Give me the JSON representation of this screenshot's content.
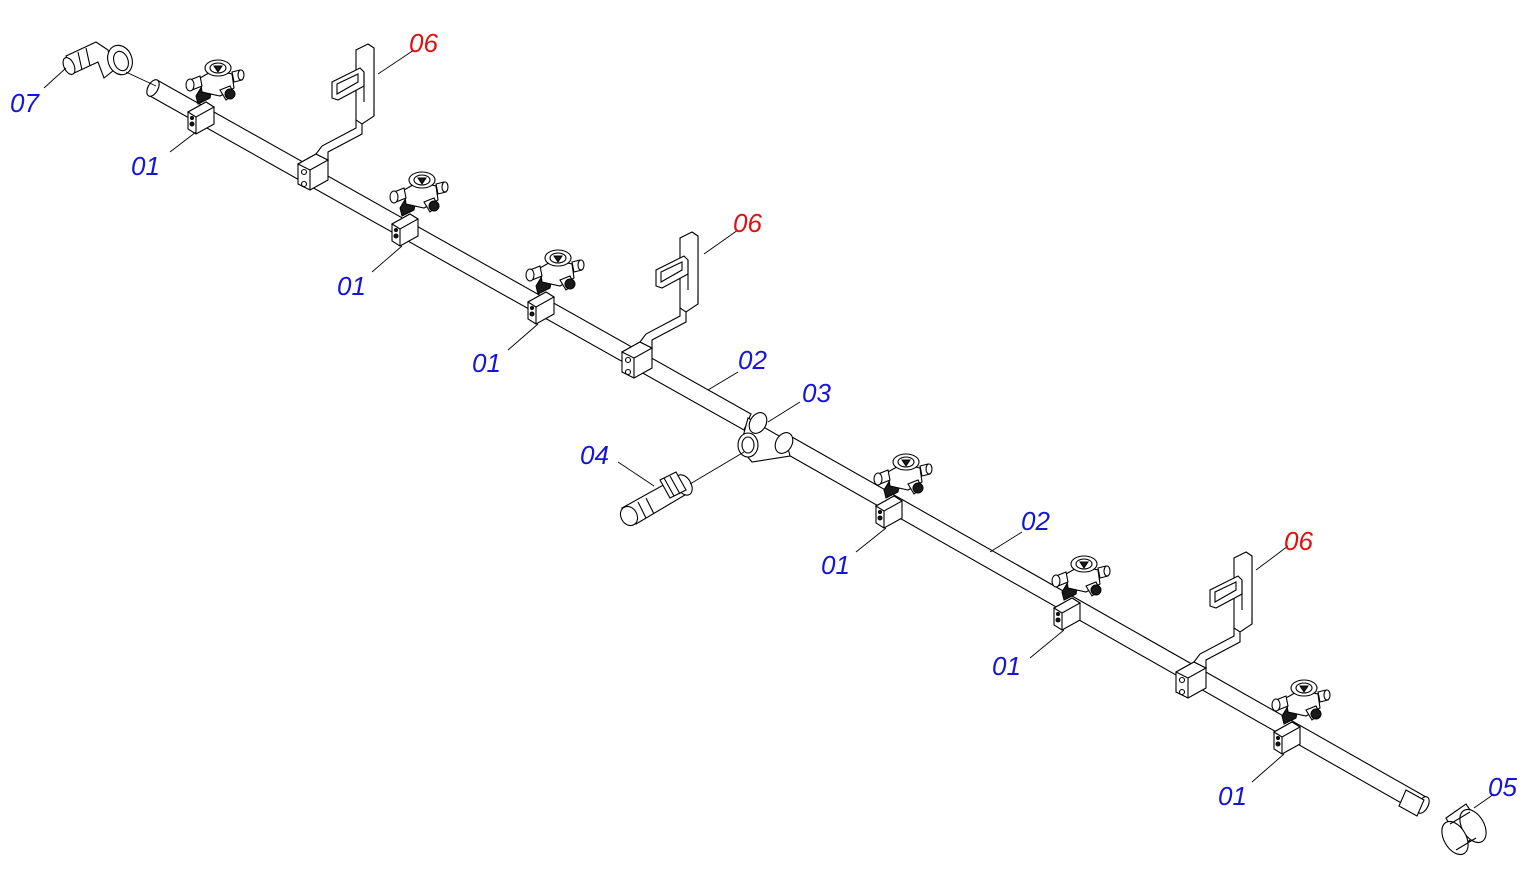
{
  "callouts": {
    "nozzle_1": "01",
    "nozzle_2": "01",
    "nozzle_3": "01",
    "nozzle_4": "01",
    "nozzle_5": "01",
    "nozzle_6": "01",
    "pipe_left": "02",
    "pipe_right": "02",
    "tee": "03",
    "hose_barb": "04",
    "end_cap": "05",
    "bracket_1": "06",
    "bracket_2": "06",
    "bracket_3": "06",
    "elbow": "07"
  },
  "colors": {
    "standard_callout": "#1515d6",
    "bracket_callout": "#e01010",
    "line": "#000000"
  }
}
